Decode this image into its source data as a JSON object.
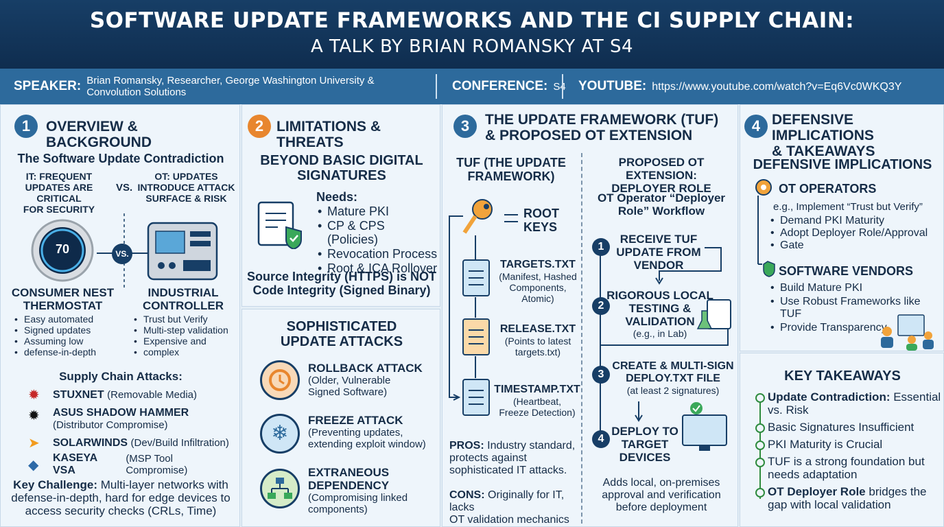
{
  "header": {
    "title": "SOFTWARE UPDATE FRAMEWORKS AND THE CI SUPPLY CHAIN:",
    "subtitle": "A TALK BY BRIAN ROMANSKY AT S4"
  },
  "info": {
    "speaker_label": "SPEAKER:",
    "speaker_line1": "Brian Romansky, Researcher, George Washington University &",
    "speaker_line2": "Convolution Solutions",
    "conference_label": "CONFERENCE:",
    "conference_value": "S4",
    "youtube_label": "YOUTUBE:",
    "youtube_value": "https://www.youtube.com/watch?v=Eq6Vc0WKQ3Y"
  },
  "colors": {
    "navy": "#173e66",
    "blue": "#2d6a9c",
    "orange": "#e8862e",
    "green": "#2e8b3e",
    "panel": "#eef5fb"
  },
  "p1": {
    "num": "1",
    "title": "OVERVIEW & BACKGROUND",
    "subtitle": "The Software Update Contradiction",
    "it": [
      "IT: FREQUENT",
      "UPDATES ARE CRITICAL",
      "FOR SECURITY"
    ],
    "vs": "VS.",
    "ot": [
      "OT: UPDATES",
      "INTRODUCE ATTACK",
      "SURFACE & RISK"
    ],
    "thermo_display": "70",
    "vs_circle": "VS.",
    "left_title": [
      "CONSUMER NEST",
      "THERMOSTAT"
    ],
    "left_bullets": [
      "Easy automated",
      "Signed updates",
      "Assuming low",
      "defense-in-depth"
    ],
    "right_title": [
      "INDUSTRIAL",
      "CONTROLLER"
    ],
    "right_bullets": [
      "Trust but Verify",
      "Multi-step validation",
      "Expensive and",
      "complex"
    ],
    "supply_title": "Supply Chain Attacks:",
    "attacks": [
      {
        "name": "STUXNET",
        "detail": "(Removable Media)"
      },
      {
        "name": "ASUS SHADOW HAMMER",
        "detail": "(Distributor Compromise)"
      },
      {
        "name": "SOLARWINDS",
        "detail": "(Dev/Build Infiltration)"
      },
      {
        "name": "KASEYA VSA",
        "detail": "(MSP Tool Compromise)"
      }
    ],
    "key_label": "Key Challenge:",
    "key_line1": " Multi-layer networks with",
    "key_line2": "defense-in-depth, hard for edge devices to",
    "key_line3": "access security checks (CRLs, Time)"
  },
  "p2": {
    "num": "2",
    "title": "LIMITATIONS & THREATS",
    "sub1": "BEYOND BASIC DIGITAL",
    "sub2": "SIGNATURES",
    "needs": "Needs:",
    "needs_items": [
      "Mature PKI",
      "CP & CPS (Policies)",
      "Revocation Process",
      "Root & ICA Rollover"
    ],
    "integrity1": "Source Integrity (HTTPS) is NOT",
    "integrity2": "Code Integrity (Signed Binary)"
  },
  "p2b": {
    "title1": "SOPHISTICATED",
    "title2": "UPDATE ATTACKS",
    "attacks": [
      {
        "name": "ROLLBACK ATTACK",
        "d1": "(Older, Vulnerable",
        "d2": "Signed Software)"
      },
      {
        "name": "FREEZE ATTACK",
        "d1": "(Preventing updates,",
        "d2": "extending exploit window)"
      },
      {
        "name": "EXTRANEOUS",
        "name2": "DEPENDENCY",
        "d1": "(Compromising linked",
        "d2": "components)"
      }
    ]
  },
  "p3": {
    "num": "3",
    "title1": "THE UPDATE FRAMEWORK (TUF)",
    "title2": "& PROPOSED OT EXTENSION",
    "tuf_title1": "TUF (THE UPDATE",
    "tuf_title2": "FRAMEWORK)",
    "root1": "ROOT",
    "root2": "KEYS",
    "targets": "TARGETS.TXT",
    "targets_d": [
      "(Manifest, Hashed",
      "Components,",
      "Atomic)"
    ],
    "release": "RELEASE.TXT",
    "release_d": [
      "(Points to latest",
      "targets.txt)"
    ],
    "timestamp": "TIMESTAMP.TXT",
    "timestamp_d": [
      "(Heartbeat,",
      "Freeze Detection)"
    ],
    "pros_label": "PROS:",
    "pros1": " Industry standard,",
    "pros2": "protects against",
    "pros3": "sophisticated IT attacks.",
    "cons_label": "CONS:",
    "cons1": " Originally for IT, lacks",
    "cons2": "OT validation mechanics",
    "ot_title1": "PROPOSED OT EXTENSION:",
    "ot_title2": "DEPLOYER ROLE",
    "wf1": "OT Operator “Deployer",
    "wf2": "Role” Workflow",
    "steps": [
      {
        "n": "1",
        "l": [
          "RECEIVE TUF",
          "UPDATE FROM",
          "VENDOR"
        ]
      },
      {
        "n": "2",
        "l": [
          "RIGOROUS LOCAL",
          "TESTING &",
          "VALIDATION"
        ],
        "s": "(e.g., in Lab)"
      },
      {
        "n": "3",
        "l": [
          "CREATE & MULTI-SIGN",
          "DEPLOY.TXT FILE"
        ],
        "s": "(at least 2 signatures)"
      },
      {
        "n": "4",
        "l": [
          "DEPLOY TO",
          "TARGET",
          "DEVICES"
        ]
      }
    ],
    "foot1": "Adds local, on-premises",
    "foot2": "approval and verification",
    "foot3": "before deployment"
  },
  "p4": {
    "num": "4",
    "title1": "DEFENSIVE IMPLICATIONS",
    "title2": "& TAKEAWAYS",
    "sub": "DEFENSIVE IMPLICATIONS",
    "ops_title": "OT OPERATORS",
    "ops_eg": "e.g., Implement “Trust but Verify”",
    "ops_items": [
      "Demand PKI Maturity",
      "Adopt Deployer Role/Approval",
      "Gate"
    ],
    "ven_title": "SOFTWARE VENDORS",
    "ven_items": [
      "Build Mature PKI",
      "Use Robust Frameworks like TUF",
      "Provide Transparency"
    ]
  },
  "p4b": {
    "title": "KEY TAKEAWAYS",
    "items": [
      {
        "b": "Update Contradiction:",
        "t": " Essential",
        "t2": "vs. Risk"
      },
      {
        "t": "Basic Signatures Insufficient"
      },
      {
        "t": "PKI Maturity is Crucial"
      },
      {
        "t": "TUF is a strong foundation but",
        "t2": "needs adaptation"
      },
      {
        "b": "OT Deployer Role",
        "t": " bridges the",
        "t2": "gap with local validation"
      }
    ]
  }
}
